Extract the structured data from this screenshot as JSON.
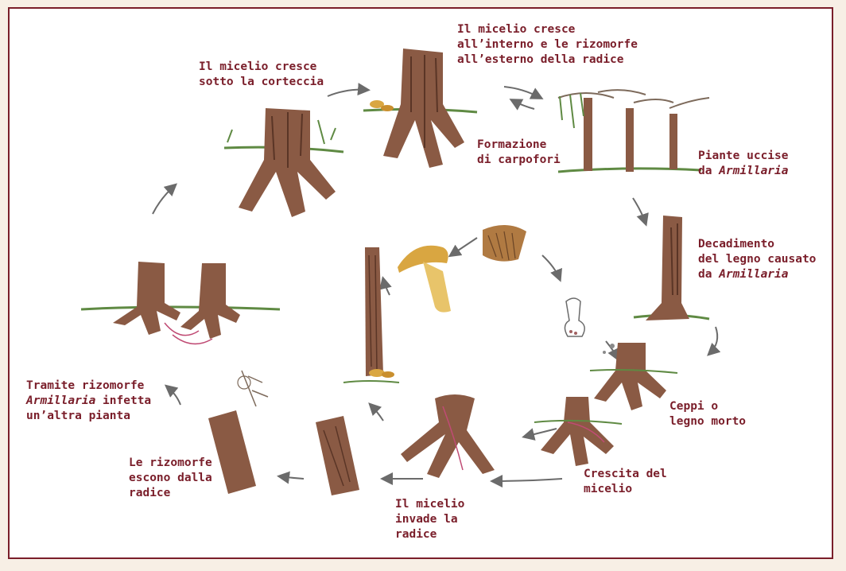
{
  "colors": {
    "label": "#7a1e2a",
    "frame": "#7a1e2a",
    "background": "#f7efe5",
    "wood": "#8a5a44",
    "mushroom": "#d9a641",
    "grass": "#5f8a43"
  },
  "labels": {
    "under_bark": [
      "Il micelio cresce",
      "sotto la corteccia"
    ],
    "inside_root": [
      "Il micelio cresce",
      "all’interno e le rizomorfe",
      "all’esterno della radice"
    ],
    "fruiting": [
      "Formazione",
      "di carpofori"
    ],
    "killed_a": "Piante uccise",
    "killed_b_pre": "da ",
    "killed_b_em": "Armillaria",
    "decay_a": "Decadimento",
    "decay_b": "del legno causato",
    "decay_c_pre": "da ",
    "decay_c_em": "Armillaria",
    "stumps": [
      "Ceppi o",
      "legno morto"
    ],
    "growth": [
      "Crescita del",
      "micelio"
    ],
    "invade": [
      "Il micelio",
      "invade la",
      "radice"
    ],
    "exit": [
      "Le rizomorfe",
      "escono dalla",
      "radice"
    ],
    "infect_a": "Tramite rizomorfe",
    "infect_b_em": "Armillaria",
    "infect_b_post": " infetta",
    "infect_c": "un’altra pianta"
  }
}
